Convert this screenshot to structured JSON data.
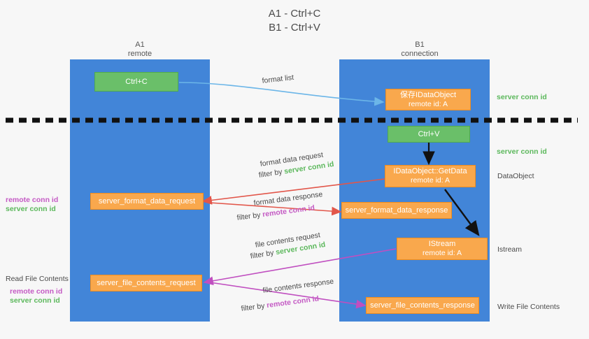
{
  "title": {
    "line1": "A1 - Ctrl+C",
    "line2": "B1 - Ctrl+V"
  },
  "lanes": [
    {
      "name": "A1",
      "sub": "remote"
    },
    {
      "name": "B1",
      "sub": "connection"
    }
  ],
  "colors": {
    "lane": "#4285d8",
    "box_orange": "#f9a84d",
    "box_green": "#6abf69",
    "server_conn": "#5cb85c",
    "remote_conn": "#c45ac4",
    "arrow_blue": "#6cb6e8",
    "arrow_red": "#e2564a",
    "arrow_magenta": "#c04fc0",
    "arrow_black": "#111111",
    "background": "#f7f7f7"
  },
  "nodes": [
    {
      "id": "ctrl_c",
      "l1": "Ctrl+C",
      "l2": ""
    },
    {
      "id": "save_idataobject",
      "l1": "保存IDataObject",
      "l2": "remote id: A"
    },
    {
      "id": "ctrl_v",
      "l1": "Ctrl+V",
      "l2": ""
    },
    {
      "id": "idataobject_getdata",
      "l1": "IDataObject::GetData",
      "l2": "remote id: A"
    },
    {
      "id": "fmt_data_request",
      "l1": "server_format_data_request",
      "l2": ""
    },
    {
      "id": "fmt_data_response",
      "l1": "server_format_data_response",
      "l2": ""
    },
    {
      "id": "istream",
      "l1": "IStream",
      "l2": "remote id: A"
    },
    {
      "id": "file_contents_request",
      "l1": "server_file_contents_request",
      "l2": ""
    },
    {
      "id": "file_contents_response",
      "l1": "server_file_contents_response",
      "l2": ""
    }
  ],
  "edge_labels": {
    "format_list": "format list",
    "format_data_request": "format data request",
    "format_data_response": "format data response",
    "file_contents_request": "file contents request",
    "file_contents_response": "file contents response",
    "filter_by": "filter by",
    "server_conn_id": "server conn id",
    "remote_conn_id": "remote conn id"
  },
  "side_labels": {
    "right_server_conn_top": "server conn id",
    "right_server_conn_mid": "server conn id",
    "right_dataobject": "DataObject",
    "right_istream": "Istream",
    "right_write_file_contents": "Write File Contents",
    "left_read_file_contents": "Read File Contents",
    "remote_conn_id": "remote conn id",
    "server_conn_id": "server conn id"
  }
}
